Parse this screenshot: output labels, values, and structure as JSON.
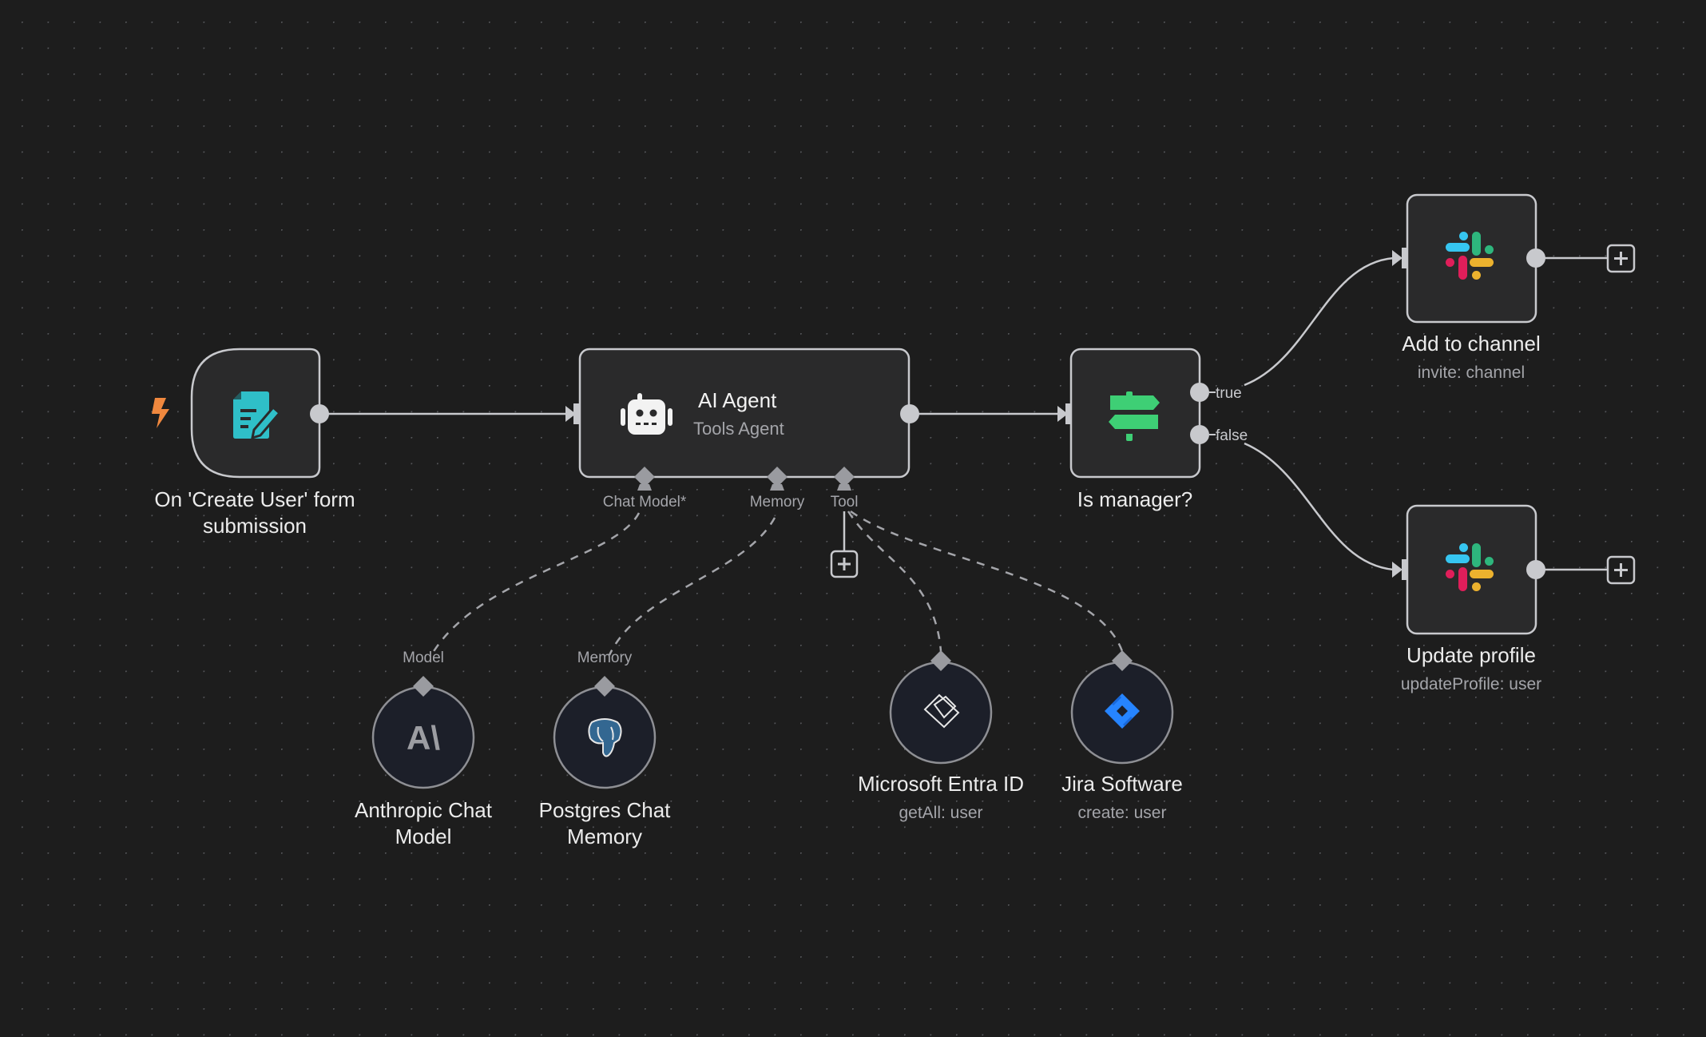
{
  "canvas": {
    "background": "#1d1d1d",
    "grid": "dots"
  },
  "colors": {
    "connection": "#c8c9cd",
    "trigger_bolt": "#f0883e",
    "form_icon": "#2fbfc8",
    "if_icon": "#3ecf75",
    "jira_blue": "#2684ff",
    "slack": [
      "#36c5f0",
      "#2eb67d",
      "#e01e5a",
      "#ecb22e"
    ]
  },
  "nodes": {
    "trigger": {
      "title_line1": "On 'Create User' form",
      "title_line2": "submission",
      "icon": "form-edit-icon",
      "badge_icon": "lightning-bolt-icon"
    },
    "agent": {
      "title": "AI Agent",
      "subtitle": "Tools Agent",
      "icon": "robot-icon",
      "handles": [
        "Chat Model*",
        "Memory",
        "Tool"
      ]
    },
    "if_node": {
      "title": "Is manager?",
      "icon": "signpost-icon",
      "outputs": [
        "true",
        "false"
      ]
    },
    "add_channel": {
      "title": "Add to channel",
      "subtitle": "invite: channel",
      "icon": "slack-icon"
    },
    "update_profile": {
      "title": "Update profile",
      "subtitle": "updateProfile: user",
      "icon": "slack-icon"
    },
    "anthropic": {
      "title_line1": "Anthropic Chat",
      "title_line2": "Model",
      "handle_label": "Model",
      "icon": "anthropic-icon",
      "glyph": "A\\"
    },
    "postgres": {
      "title_line1": "Postgres Chat",
      "title_line2": "Memory",
      "handle_label": "Memory",
      "icon": "postgres-elephant-icon"
    },
    "entra": {
      "title": "Microsoft Entra ID",
      "subtitle": "getAll: user",
      "icon": "entra-id-icon"
    },
    "jira": {
      "title": "Jira Software",
      "subtitle": "create: user",
      "icon": "jira-icon"
    }
  }
}
